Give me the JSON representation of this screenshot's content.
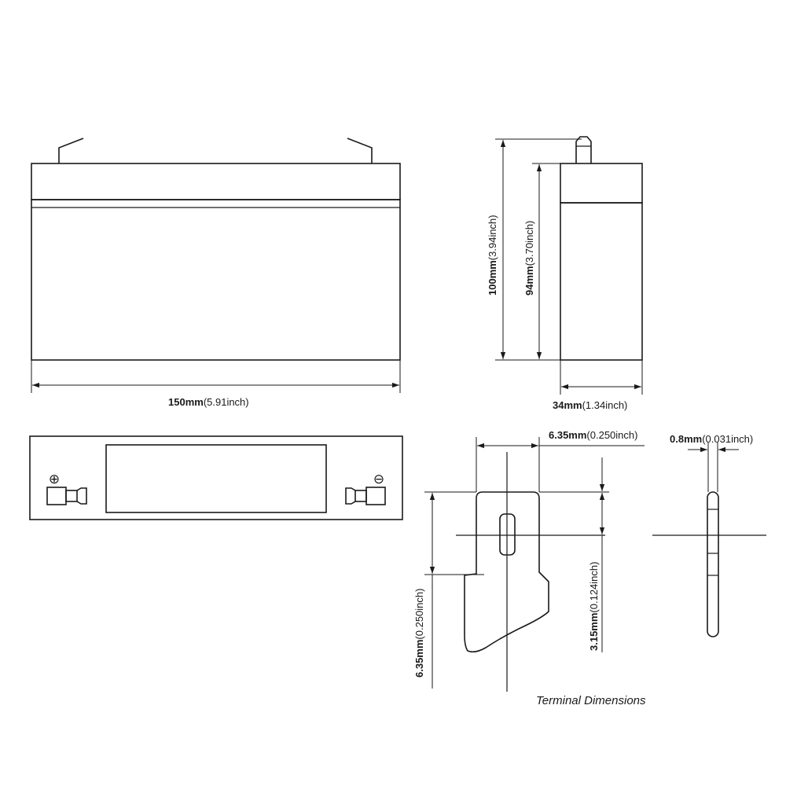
{
  "dimensions": {
    "length": {
      "value": "150mm",
      "alt": "(5.91inch)"
    },
    "total_height": {
      "value": "100mm",
      "alt": "(3.94inch)"
    },
    "container_height": {
      "value": "94mm",
      "alt": "(3.70inch)"
    },
    "width": {
      "value": "34mm",
      "alt": "(1.34inch)"
    },
    "terminal_width": {
      "value": "6.35mm",
      "alt": "(0.250inch)"
    },
    "terminal_thickness": {
      "value": "0.8mm",
      "alt": "(0.031inch)"
    },
    "terminal_height": {
      "value": "6.35mm",
      "alt": "(0.250inch)"
    },
    "terminal_hole_offset": {
      "value": "3.15mm",
      "alt": "(0.124inch)"
    }
  },
  "polarity": {
    "positive": "⊕",
    "negative": "⊖"
  },
  "caption": "Terminal Dimensions",
  "colors": {
    "line": "#1a1a1a",
    "background": "#ffffff"
  }
}
